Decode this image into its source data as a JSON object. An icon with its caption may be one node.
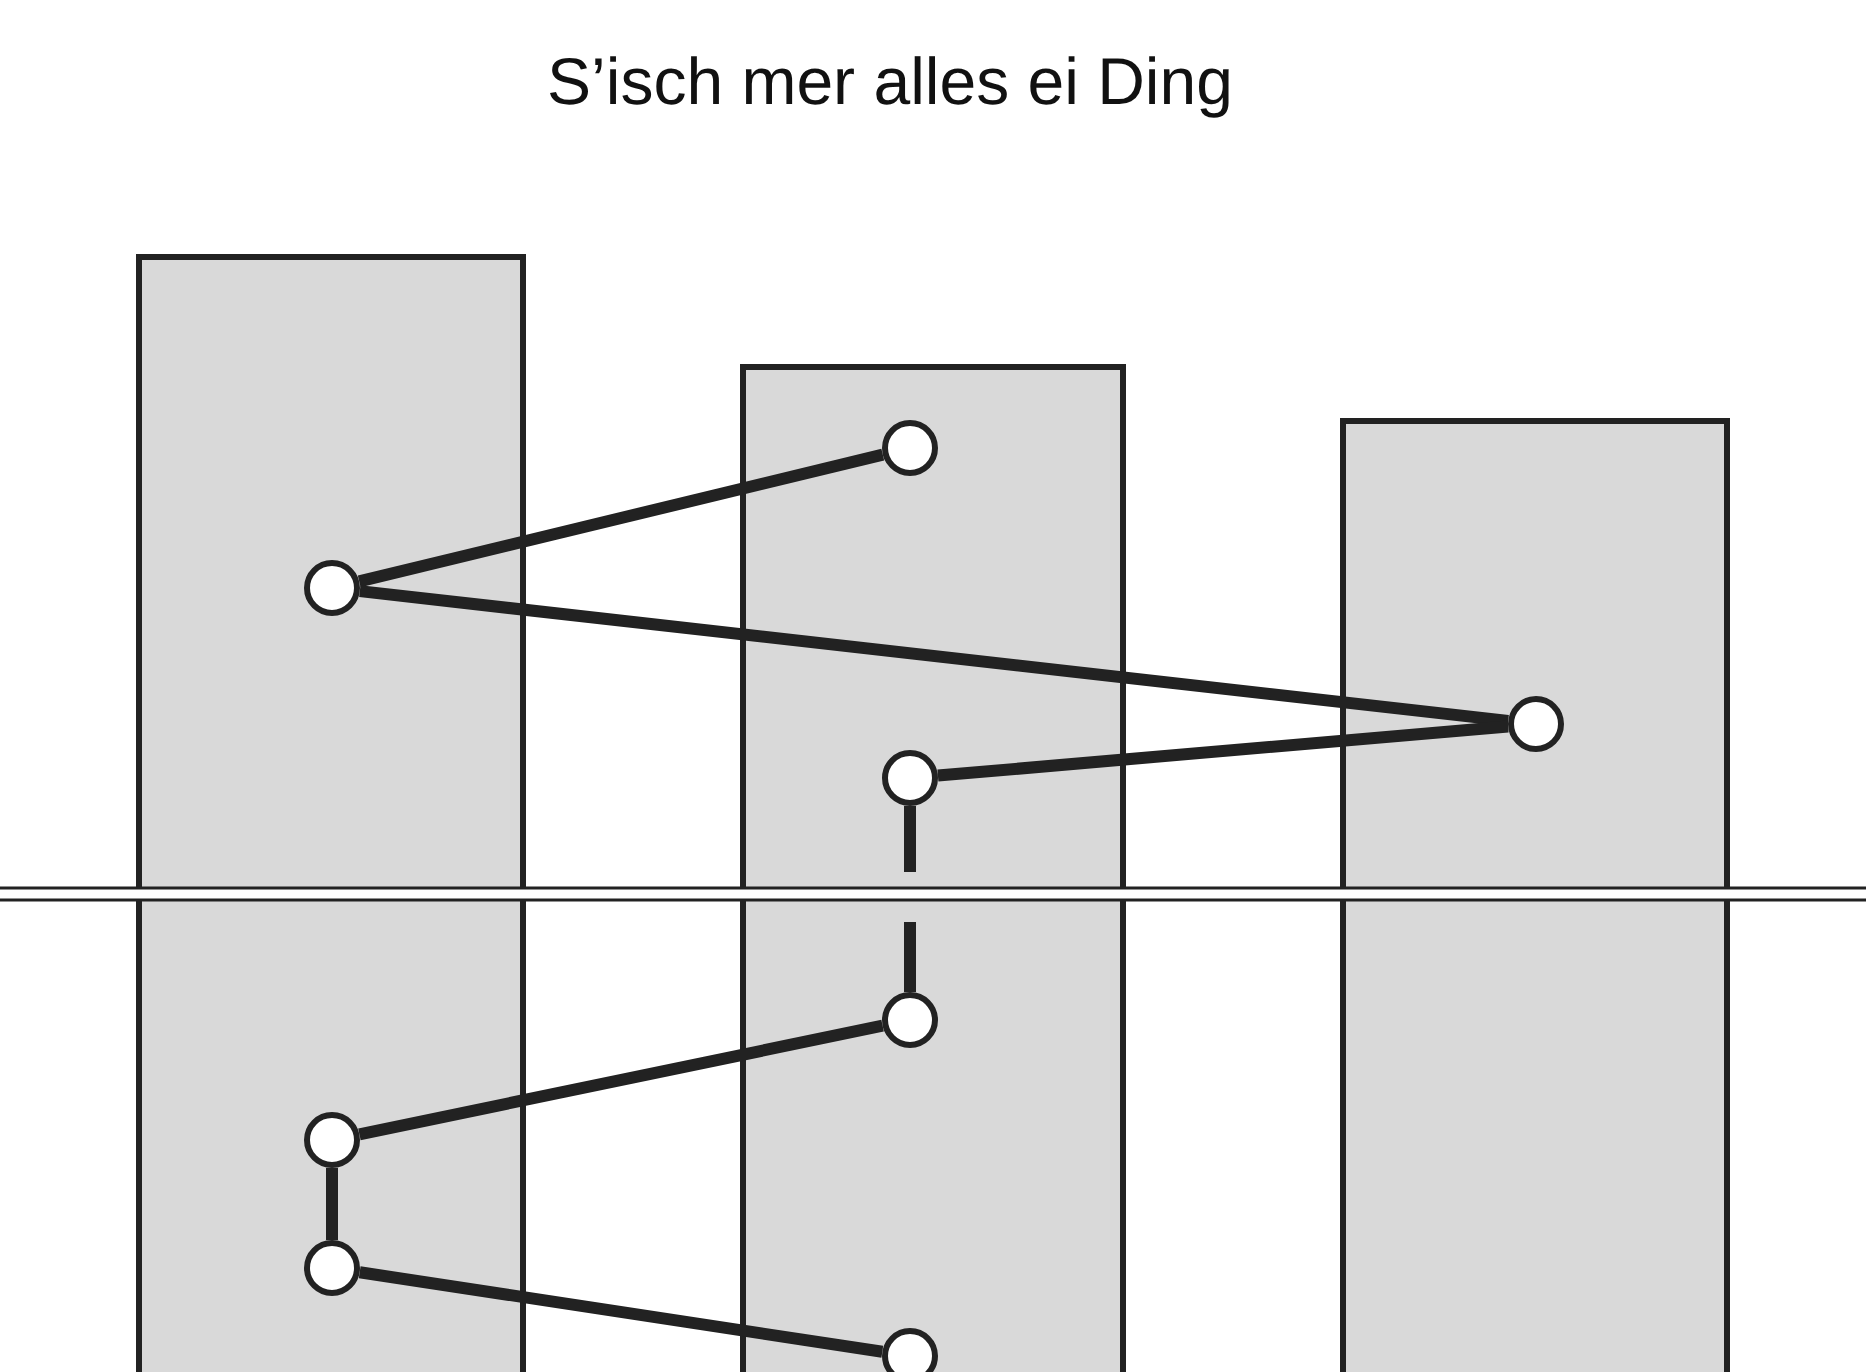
{
  "diagram": {
    "title": "S’isch mer alles ei Ding",
    "nodes": [
      {
        "text": [],
        "shape": "bar"
      },
      {
        "text": [],
        "shape": "bar"
      },
      {
        "text": [],
        "shape": "bar"
      },
      {
        "text": [],
        "shape": "circle",
        "in": 1
      },
      {
        "text": [],
        "shape": "circle",
        "in": 0
      },
      {
        "text": [],
        "shape": "circle",
        "in": 2
      },
      {
        "text": [],
        "shape": "circle",
        "in": 1
      },
      {
        "text": [],
        "shape": "circle",
        "in": 1
      },
      {
        "text": [],
        "shape": "circle",
        "in": 0
      },
      {
        "text": [],
        "shape": "circle",
        "in": 0
      },
      {
        "text": [],
        "shape": "circle",
        "in": 1
      }
    ],
    "edges": [
      {
        "from": 3,
        "to": 4,
        "arrow": "none"
      },
      {
        "from": 4,
        "to": 5,
        "arrow": "none"
      },
      {
        "from": 5,
        "to": 6,
        "arrow": "none"
      },
      {
        "from": 6,
        "to": 7,
        "arrow": "none"
      },
      {
        "from": 7,
        "to": 8,
        "arrow": "none"
      },
      {
        "from": 8,
        "to": 9,
        "arrow": "none"
      },
      {
        "from": 9,
        "to": 10,
        "arrow": "none"
      }
    ]
  }
}
